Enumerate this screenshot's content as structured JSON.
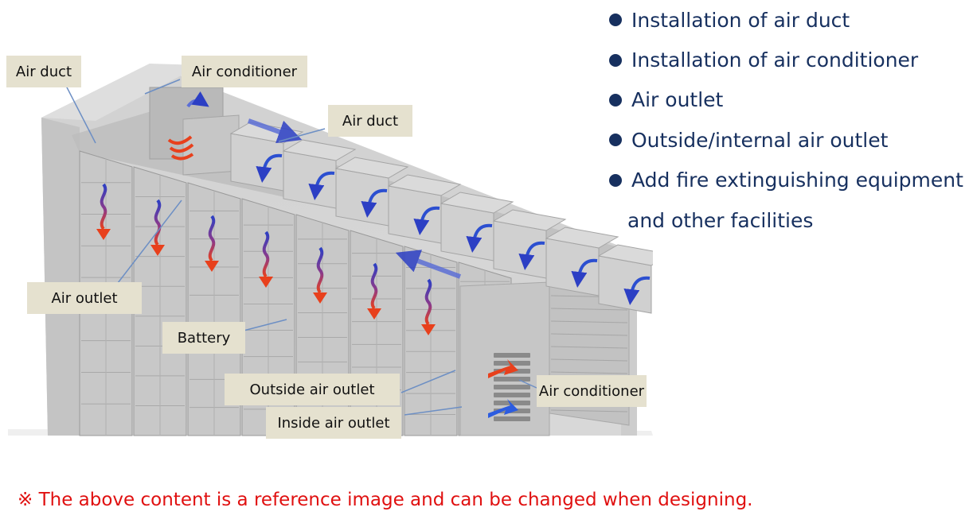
{
  "callouts": {
    "air_duct_top": "Air duct",
    "air_conditioner_top": "Air conditioner",
    "air_duct_mid": "Air duct",
    "air_outlet": "Air outlet",
    "battery": "Battery",
    "outside_air_outlet": "Outside air outlet",
    "inside_air_outlet": "Inside air outlet",
    "air_conditioner_bottom": "Air conditioner"
  },
  "bullets": [
    "Installation of air duct",
    "Installation of air conditioner",
    "Air outlet",
    "Outside/internal air outlet",
    "Add fire extinguishing equipment",
    "and other facilities"
  ],
  "note": "※ The above content is a reference image and can be changed when designing.",
  "colors": {
    "callout_bg": "#e5e1cf",
    "bullet_text": "#17305f",
    "note_text": "#e01010",
    "hot_air": "#e8401c",
    "cold_air": "#2c3fc4",
    "container": "#c9c9c9"
  }
}
